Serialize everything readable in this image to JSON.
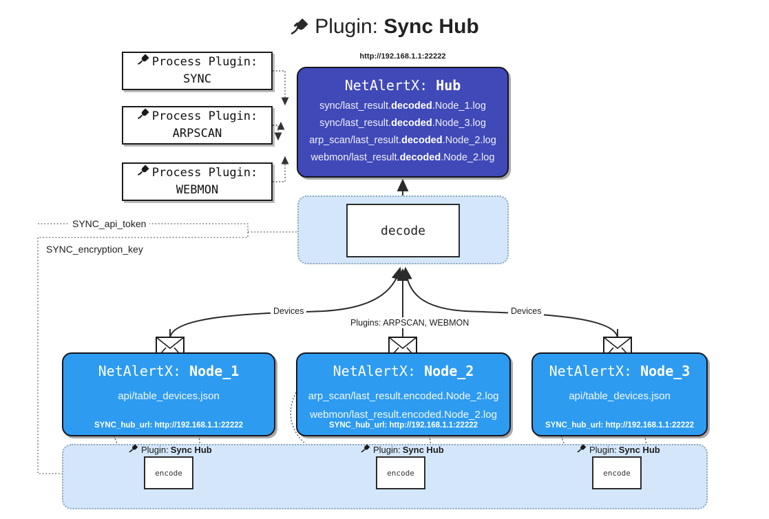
{
  "title": {
    "icon": "plug-icon",
    "prefix": "Plugin: ",
    "name": "Sync Hub"
  },
  "process_plugins": [
    {
      "icon": "plug-icon",
      "line1": "Process Plugin:",
      "line2": "SYNC"
    },
    {
      "icon": "plug-icon",
      "line1": "Process Plugin:",
      "line2": "ARPSCAN"
    },
    {
      "icon": "plug-icon",
      "line1": "Process Plugin:",
      "line2": "WEBMON"
    }
  ],
  "hub": {
    "url": "http://192.168.1.1:22222",
    "title_prefix": "NetAlertX: ",
    "title_name": "Hub",
    "color": "#4049b8",
    "logs": [
      {
        "pre": "sync/last_result.",
        "mid": "decoded",
        "post": ".Node_1.log"
      },
      {
        "pre": "sync/last_result.",
        "mid": "decoded",
        "post": ".Node_3.log"
      },
      {
        "pre": "arp_scan/last_result.",
        "mid": "decoded",
        "post": ".Node_2.log"
      },
      {
        "pre": "webmon/last_result.",
        "mid": "decoded",
        "post": ".Node_2.log"
      }
    ]
  },
  "decode": {
    "label": "decode"
  },
  "config_keys": {
    "api_token": "SYNC_api_token",
    "encryption_key": "SYNC_encryption_key"
  },
  "edge_labels": {
    "devices_left": "Devices",
    "devices_right": "Devices",
    "plugins_middle": "Plugins: ARPSCAN, WEBMON"
  },
  "nodes": [
    {
      "title_prefix": "NetAlertX: ",
      "title_name": "Node_1",
      "lines": [
        "api/table_devices.json"
      ],
      "footer": "SYNC_hub_url: http://192.168.1.1:22222",
      "color": "#2d9bf0",
      "envelope_icon": "envelope-icon"
    },
    {
      "title_prefix": "NetAlertX: ",
      "title_name": "Node_2",
      "lines": [
        "arp_scan/last_result.encoded.Node_2.log",
        "webmon/last_result.encoded.Node_2.log"
      ],
      "footer": "SYNC_hub_url: http://192.168.1.1:22222",
      "color": "#2d9bf0",
      "envelope_icon": "envelope-icon"
    },
    {
      "title_prefix": "NetAlertX: ",
      "title_name": "Node_3",
      "lines": [
        "api/table_devices.json"
      ],
      "footer": "SYNC_hub_url: http://192.168.1.1:22222",
      "color": "#2d9bf0",
      "envelope_icon": "envelope-icon"
    }
  ],
  "encode_zone": {
    "plugin_label_prefix": "Plugin: ",
    "plugin_label_name": "Sync Hub",
    "encode_label": "encode",
    "zone_color": "#d4e7fa"
  }
}
